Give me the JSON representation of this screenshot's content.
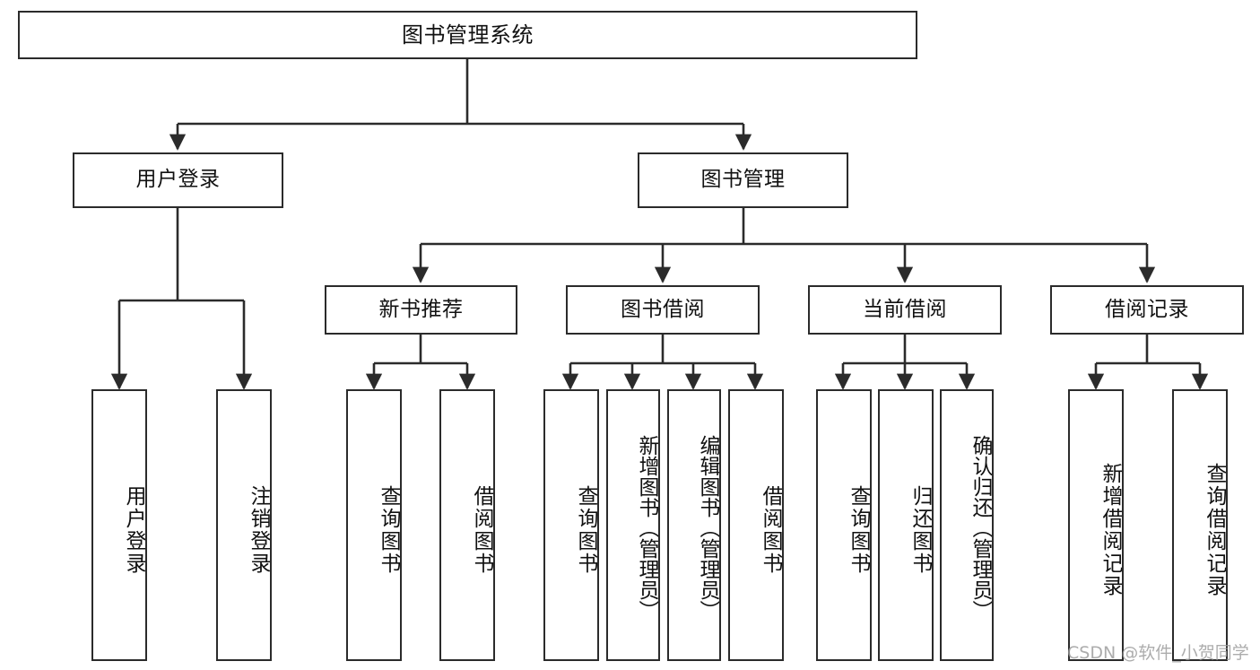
{
  "diagram": {
    "title": "图书管理系统",
    "type": "tree-hierarchy",
    "watermark": "CSDN @软件_小贺同学",
    "colors": {
      "stroke": "#2b2b2b",
      "fill": "#ffffff",
      "text": "#111111",
      "watermark": "#9a9a9a"
    },
    "levels": {
      "root": "图书管理系统",
      "level2": [
        "用户登录",
        "图书管理"
      ],
      "level3": [
        "新书推荐",
        "图书借阅",
        "当前借阅",
        "借阅记录"
      ]
    },
    "nodes": {
      "root": {
        "label": "图书管理系统"
      },
      "user_login": {
        "label": "用户登录"
      },
      "book_manage": {
        "label": "图书管理"
      },
      "new_book_rec": {
        "label": "新书推荐"
      },
      "book_borrow": {
        "label": "图书借阅"
      },
      "current_borrow": {
        "label": "当前借阅"
      },
      "borrow_record": {
        "label": "借阅记录"
      },
      "leaf_user_login": {
        "label": "用户登录"
      },
      "leaf_user_logout": {
        "label": "注销登录"
      },
      "leaf_query_book_a": {
        "label": "查询图书"
      },
      "leaf_borrow_book_a": {
        "label": "借阅图书"
      },
      "leaf_query_book_b": {
        "label": "查询图书"
      },
      "leaf_add_book": {
        "label": "新增图书（管理员）"
      },
      "leaf_edit_book": {
        "label": "编辑图书（管理员）"
      },
      "leaf_borrow_book_b": {
        "label": "借阅图书"
      },
      "leaf_query_book_c": {
        "label": "查询图书"
      },
      "leaf_return_book": {
        "label": "归还图书"
      },
      "leaf_confirm_return": {
        "label": "确认归还（管理员）"
      },
      "leaf_add_record": {
        "label": "新增借阅记录"
      },
      "leaf_query_record": {
        "label": "查询借阅记录"
      }
    },
    "edges": [
      {
        "from": "root",
        "to": "user_login"
      },
      {
        "from": "root",
        "to": "book_manage"
      },
      {
        "from": "user_login",
        "to": "leaf_user_login"
      },
      {
        "from": "user_login",
        "to": "leaf_user_logout"
      },
      {
        "from": "book_manage",
        "to": "new_book_rec"
      },
      {
        "from": "book_manage",
        "to": "book_borrow"
      },
      {
        "from": "book_manage",
        "to": "current_borrow"
      },
      {
        "from": "book_manage",
        "to": "borrow_record"
      },
      {
        "from": "new_book_rec",
        "to": "leaf_query_book_a"
      },
      {
        "from": "new_book_rec",
        "to": "leaf_borrow_book_a"
      },
      {
        "from": "book_borrow",
        "to": "leaf_query_book_b"
      },
      {
        "from": "book_borrow",
        "to": "leaf_add_book"
      },
      {
        "from": "book_borrow",
        "to": "leaf_edit_book"
      },
      {
        "from": "book_borrow",
        "to": "leaf_borrow_book_b"
      },
      {
        "from": "current_borrow",
        "to": "leaf_query_book_c"
      },
      {
        "from": "current_borrow",
        "to": "leaf_return_book"
      },
      {
        "from": "current_borrow",
        "to": "leaf_confirm_return"
      },
      {
        "from": "borrow_record",
        "to": "leaf_add_record"
      },
      {
        "from": "borrow_record",
        "to": "leaf_query_record"
      }
    ]
  }
}
